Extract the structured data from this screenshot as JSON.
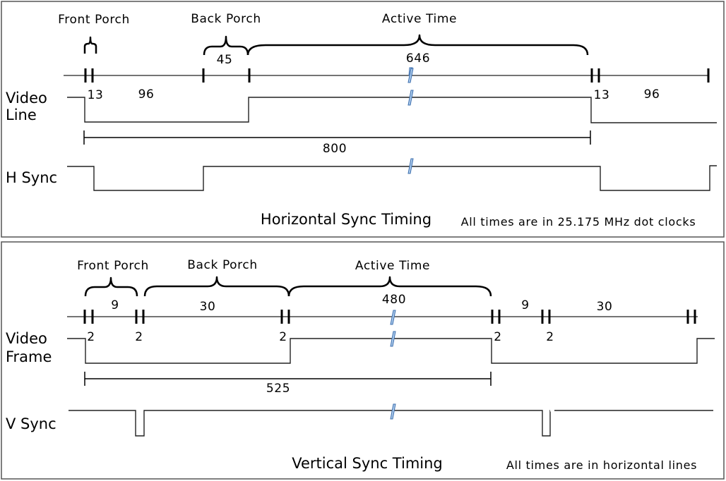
{
  "horizontal": {
    "title": "Horizontal Sync Timing",
    "note": "All times are in 25.175 MHz dot clocks",
    "front_porch_label": "Front Porch",
    "back_porch_label": "Back Porch",
    "active_time_label": "Active Time",
    "back_porch_value": "45",
    "active_value": "646",
    "fp_value_1": "13",
    "sync_value_1": "96",
    "fp_value_2": "13",
    "sync_value_2": "96",
    "total_value": "800",
    "signal_line_1": "Video",
    "signal_line_2": "Line",
    "sync_signal": "H Sync"
  },
  "vertical": {
    "title": "Vertical Sync Timing",
    "note": "All times are in horizontal lines",
    "front_porch_label": "Front Porch",
    "back_porch_label": "Back Porch",
    "active_time_label": "Active Time",
    "front_porch_value": "9",
    "back_porch_value": "30",
    "active_value": "480",
    "front_porch_value_2": "9",
    "back_porch_value_2": "30",
    "border_values": [
      "2",
      "2",
      "2",
      "2",
      "2"
    ],
    "total_value": "525",
    "signal_line_1": "Video",
    "signal_line_2": "Frame",
    "sync_signal": "V Sync"
  }
}
